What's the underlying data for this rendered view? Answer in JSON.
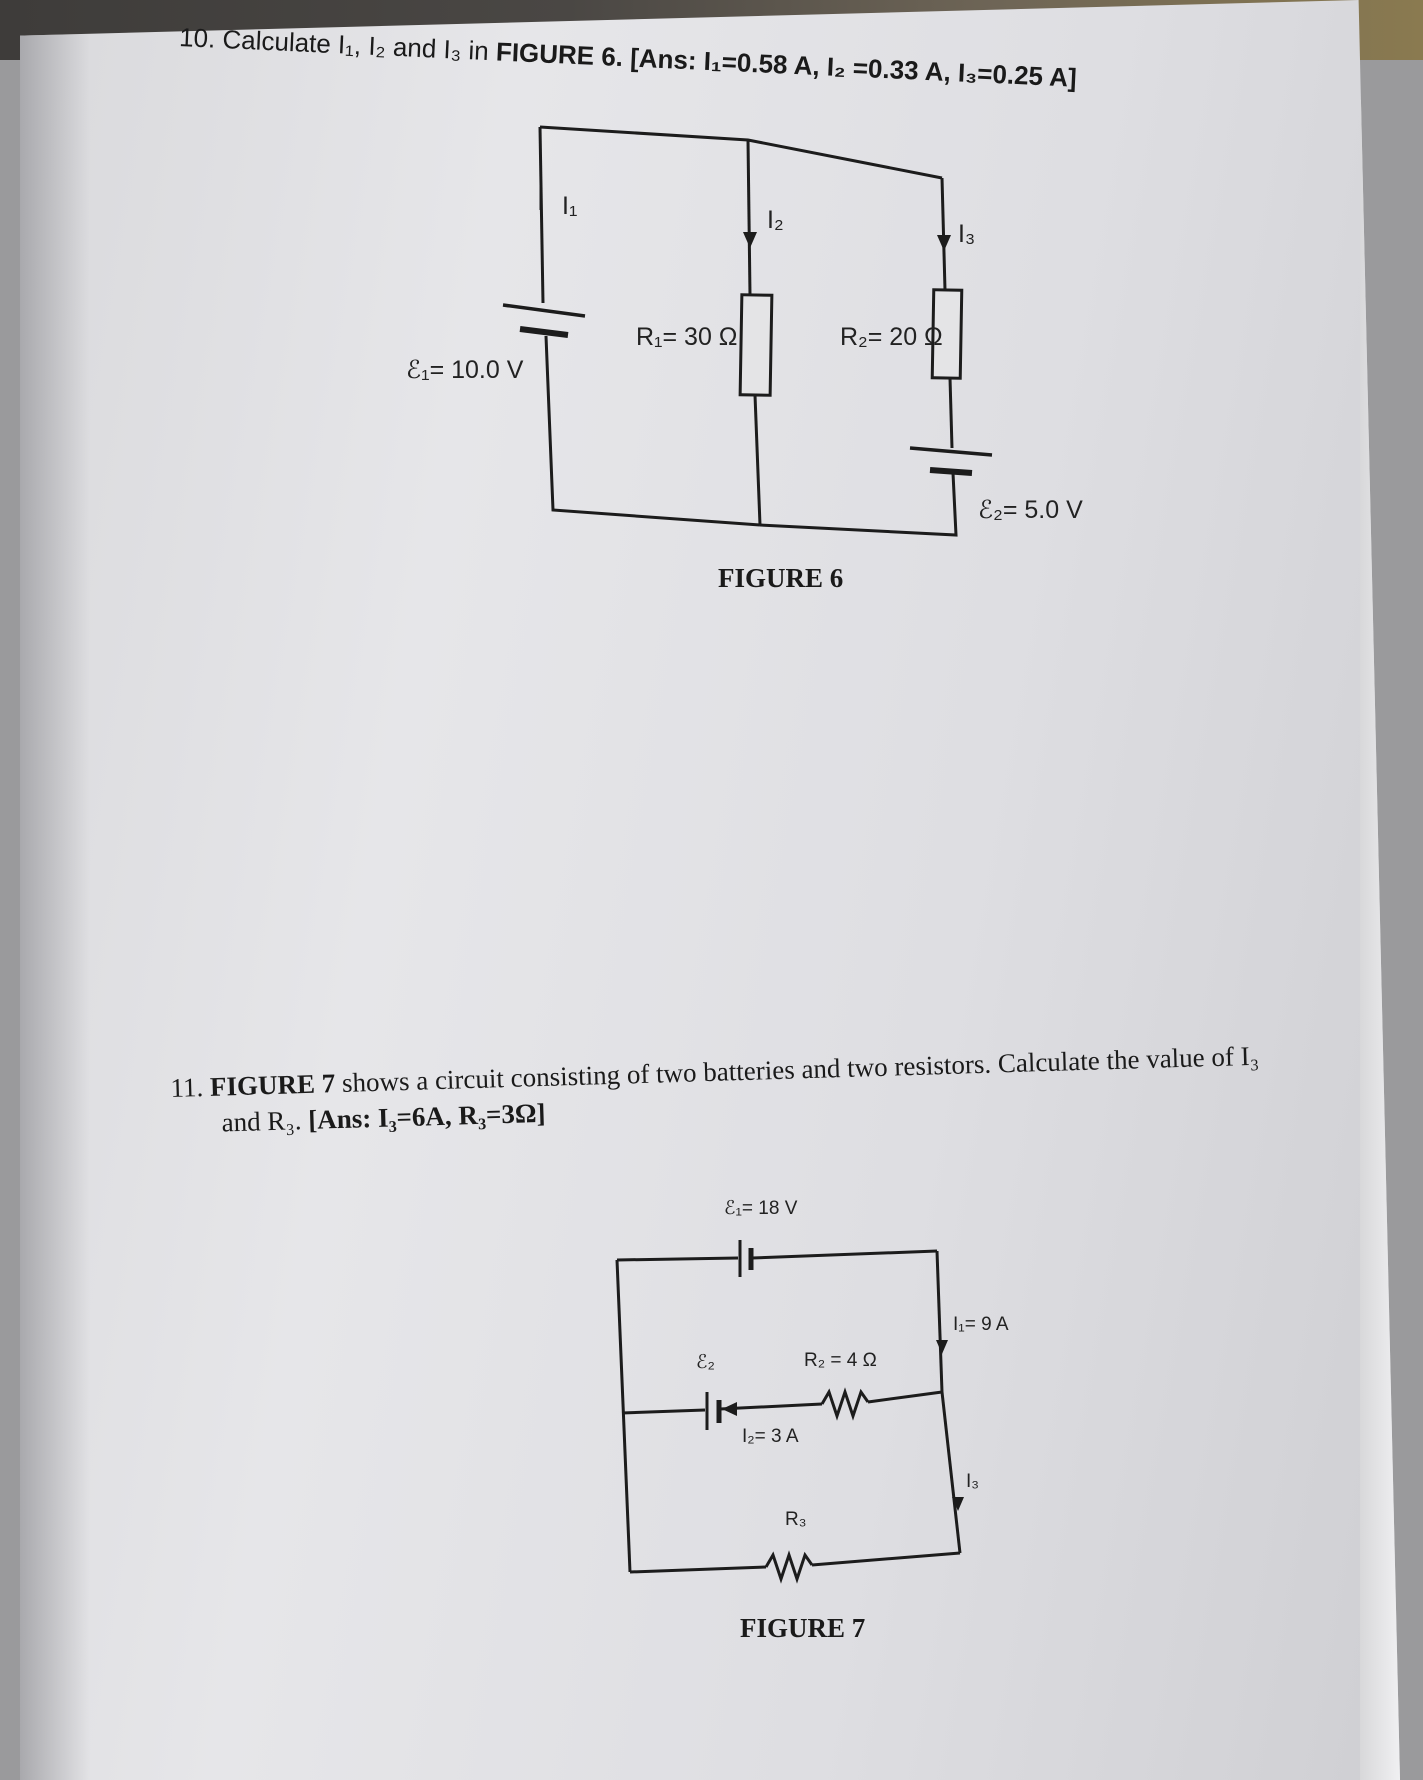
{
  "q10": {
    "number": "10.",
    "text_before": "Calculate I₁, I₂ and I₃ in",
    "fig_ref": "FIGURE 6.",
    "answer": "[Ans: I₁=0.58 A, I₂ =0.33 A, I₃=0.25 A]"
  },
  "figure6": {
    "caption": "FIGURE 6",
    "i1": "I₁",
    "i2": "I₂",
    "i3": "I₃",
    "e1": "ℰ₁= 10.0 V",
    "r1": "R₁= 30 Ω",
    "r2": "R₂= 20 Ω",
    "e2": "ℰ₂= 5.0 V"
  },
  "q11": {
    "number": "11.",
    "fig_ref": "FIGURE 7",
    "text_after": "shows a circuit consisting of two batteries and two resistors. Calculate the value of I₃",
    "line2_prefix": "and R₃.",
    "answer": "[Ans: I₃=6A, R₃=3Ω]"
  },
  "figure7": {
    "caption": "FIGURE 7",
    "e1": "ℰ₁= 18 V",
    "e2": "ℰ₂",
    "r2": "R₂ = 4 Ω",
    "i1": "I₁= 9 A",
    "i2": "I₂= 3 A",
    "i3": "I₃",
    "r3": "R₃"
  }
}
